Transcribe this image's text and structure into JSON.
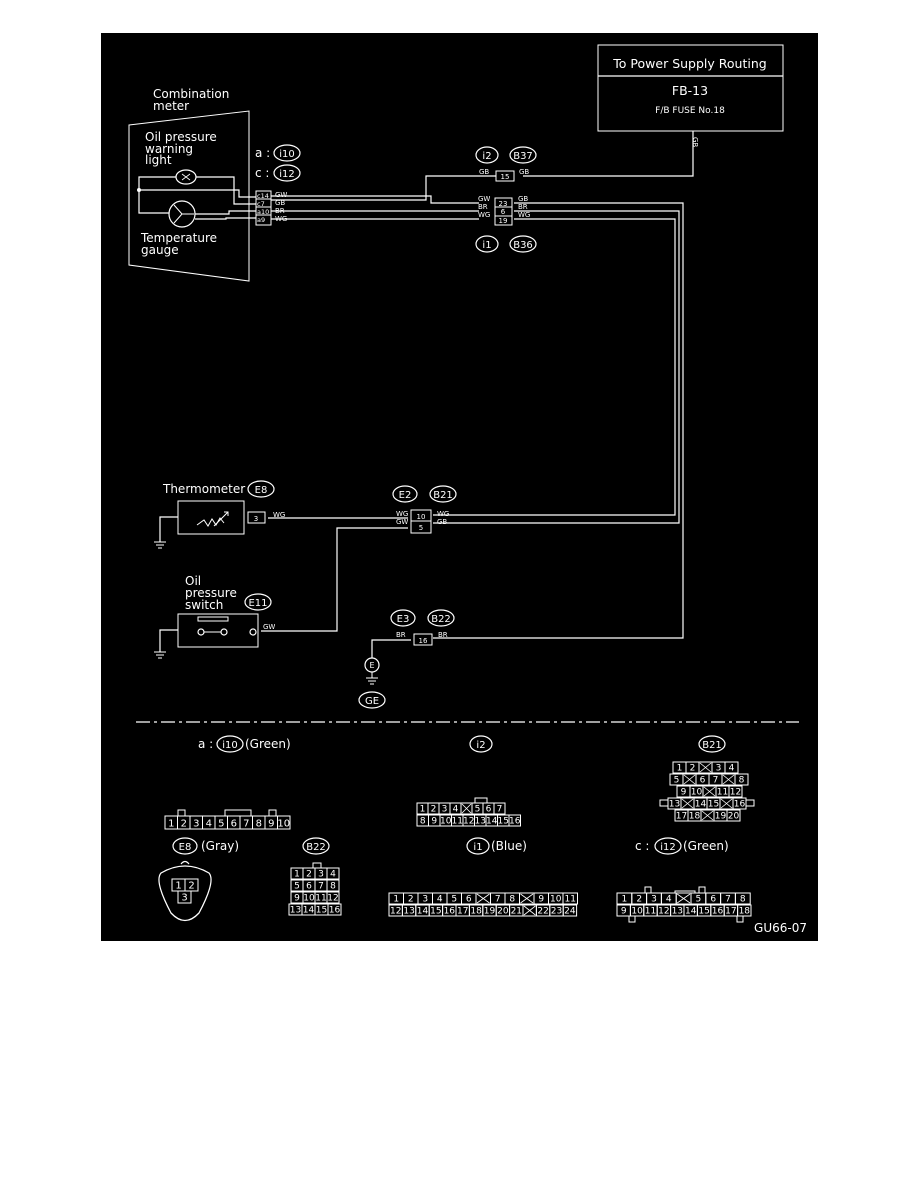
{
  "power": {
    "title": "To Power Supply Routing",
    "code": "FB-13",
    "fuse": "F/B FUSE No.18",
    "wire": "GB"
  },
  "meter": {
    "title_line1": "Combination",
    "title_line2": "meter",
    "oil_line1": "Oil pressure",
    "oil_line2": "warning",
    "oil_line3": "light",
    "temp_line1": "Temperature",
    "temp_line2": "gauge",
    "a_prefix": "a :",
    "a_conn": "i10",
    "c_prefix": "c :",
    "c_conn": "i12",
    "pins": [
      "c14",
      "c7",
      "a10",
      "a9"
    ],
    "wires": [
      "GW",
      "GB",
      "BR",
      "WG"
    ]
  },
  "junction_top": {
    "conn_left": "i2",
    "conn_right": "B37",
    "pin": "15",
    "wire_left": "GB",
    "wire_right": "GB"
  },
  "junction_mid": {
    "conn_left": "i1",
    "conn_right": "B36",
    "pins": [
      "23",
      "6",
      "19"
    ],
    "wires_left": [
      "GW",
      "BR",
      "WG"
    ],
    "wires_right": [
      "GB",
      "BR",
      "WG"
    ]
  },
  "thermometer": {
    "label": "Thermometer",
    "conn": "E8",
    "pin": "3",
    "wire": "WG"
  },
  "junction_e2": {
    "conn_left": "E2",
    "conn_right": "B21",
    "pins": [
      "10",
      "5"
    ],
    "wires_left": [
      "WG",
      "GW"
    ],
    "wires_right": [
      "WG",
      "GB"
    ]
  },
  "oil_switch": {
    "line1": "Oil",
    "line2": "pressure",
    "line3": "switch",
    "conn": "E11",
    "wire": "GW"
  },
  "junction_e3": {
    "conn_left": "E3",
    "conn_right": "B22",
    "pin": "16",
    "wire_left": "BR",
    "wire_right": "BR"
  },
  "ground": {
    "symbol": "E",
    "label": "GE"
  },
  "connectors": {
    "i10": {
      "prefix": "a :",
      "name": "i10",
      "color": "(Green)",
      "pins": [
        "1",
        "2",
        "3",
        "4",
        "5",
        "6",
        "7",
        "8",
        "9",
        "10"
      ]
    },
    "i2": {
      "name": "i2",
      "row1": [
        "1",
        "2",
        "3",
        "4",
        "",
        "5",
        "6",
        "7"
      ],
      "row2": [
        "8",
        "9",
        "10",
        "11",
        "12",
        "13",
        "14",
        "15",
        "16"
      ]
    },
    "b21": {
      "name": "B21",
      "row1": [
        "1",
        "2",
        "",
        "3",
        "4"
      ],
      "row2": [
        "5",
        "",
        "6",
        "7",
        "",
        "8"
      ],
      "row3": [
        "9",
        "10",
        "",
        "11",
        "12"
      ],
      "row4": [
        "13",
        "",
        "14",
        "15",
        "",
        "16"
      ],
      "row5": [
        "17",
        "18",
        "",
        "19",
        "20"
      ]
    },
    "e8": {
      "name": "E8",
      "color": "(Gray)",
      "row1": [
        "1",
        "2"
      ],
      "row2": [
        "3"
      ]
    },
    "b22": {
      "name": "B22",
      "row1": [
        "1",
        "2",
        "3",
        "4"
      ],
      "row2": [
        "5",
        "6",
        "7",
        "8"
      ],
      "row3": [
        "9",
        "10",
        "11",
        "12"
      ],
      "row4": [
        "13",
        "14",
        "15",
        "16"
      ]
    },
    "i1": {
      "name": "i1",
      "color": "(Blue)",
      "row1": [
        "1",
        "2",
        "3",
        "4",
        "5",
        "6",
        "",
        "7",
        "8",
        "",
        "9",
        "10",
        "11"
      ],
      "row2": [
        "12",
        "13",
        "14",
        "15",
        "16",
        "17",
        "18",
        "19",
        "20",
        "21",
        "",
        "22",
        "23",
        "24"
      ]
    },
    "i12": {
      "prefix": "c :",
      "name": "i12",
      "color": "(Green)",
      "row1": [
        "1",
        "2",
        "3",
        "4",
        "",
        "5",
        "6",
        "7",
        "8"
      ],
      "row2": [
        "9",
        "10",
        "11",
        "12",
        "13",
        "14",
        "15",
        "16",
        "17",
        "18"
      ]
    }
  },
  "figure_code": "GU66-07"
}
